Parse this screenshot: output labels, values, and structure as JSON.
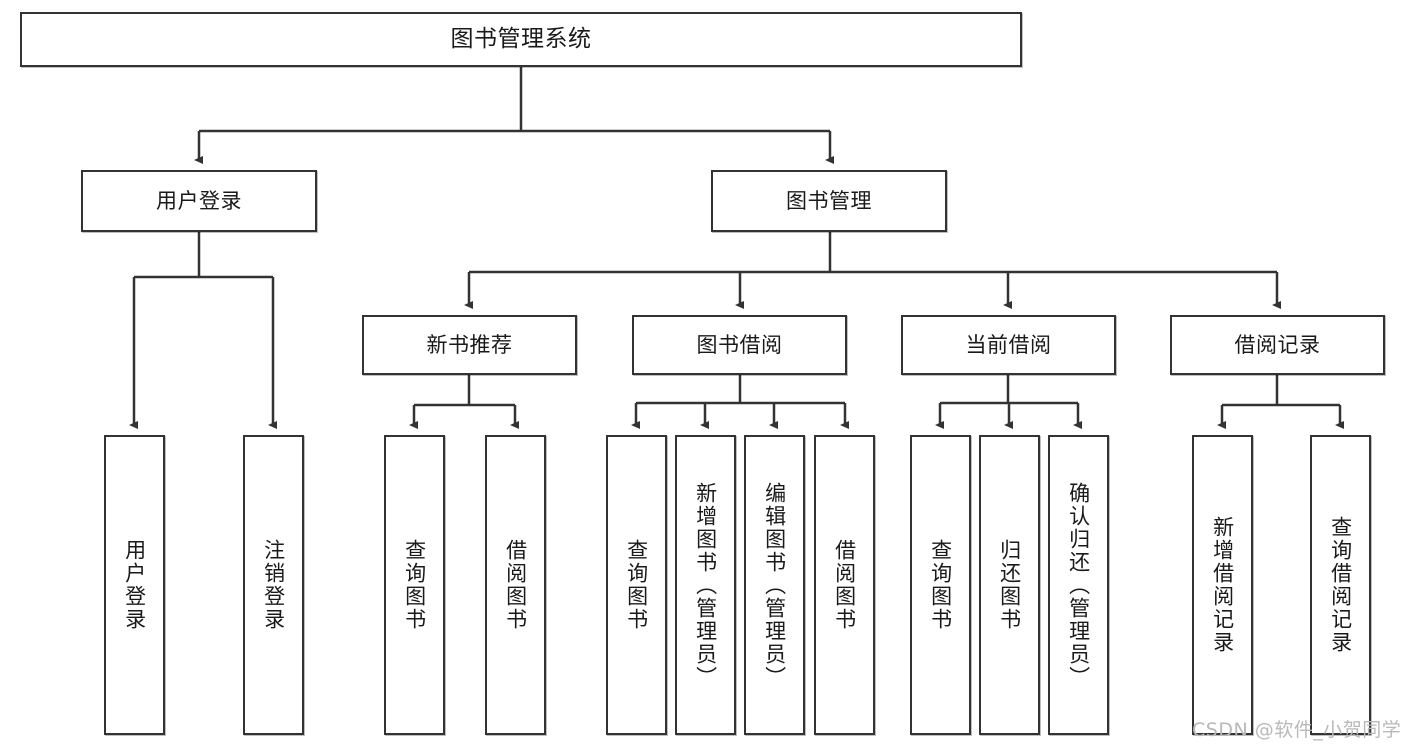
{
  "diagram": {
    "title": "图书管理系统",
    "root": {
      "label": "图书管理系统"
    },
    "level2": [
      {
        "label": "用户登录"
      },
      {
        "label": "图书管理"
      }
    ],
    "level3": [
      {
        "label": "新书推荐"
      },
      {
        "label": "图书借阅"
      },
      {
        "label": "当前借阅"
      },
      {
        "label": "借阅记录"
      }
    ],
    "leaves": {
      "user_login": [
        {
          "label": "用户登录"
        },
        {
          "label": "注销登录"
        }
      ],
      "new_book_recommend": [
        {
          "label": "查询图书"
        },
        {
          "label": "借阅图书"
        }
      ],
      "book_borrow": [
        {
          "label": "查询图书"
        },
        {
          "label": "新增图书（管理员）"
        },
        {
          "label": "编辑图书（管理员）"
        },
        {
          "label": "借阅图书"
        }
      ],
      "current_borrow": [
        {
          "label": "查询图书"
        },
        {
          "label": "归还图书"
        },
        {
          "label": "确认归还（管理员）"
        }
      ],
      "borrow_record": [
        {
          "label": "新增借阅记录"
        },
        {
          "label": "查询借阅记录"
        }
      ]
    }
  },
  "watermark": {
    "text": "CSDN @软件_小贺同学"
  },
  "colors": {
    "border": "#333333",
    "text": "#1a1a1a",
    "background": "#ffffff",
    "watermark": "#b9b9b9"
  }
}
